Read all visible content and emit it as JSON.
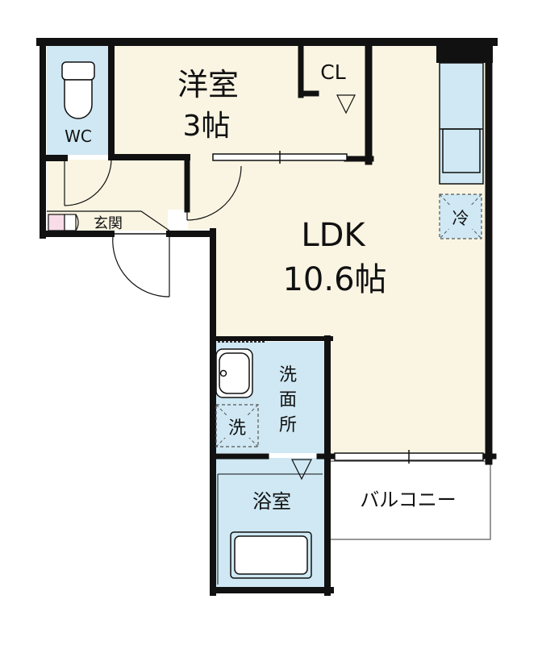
{
  "colors": {
    "room_fill": "#faf5e2",
    "wet_fill": "#cfe8f3",
    "closet_fill": "#f8dde8",
    "wall": "#111111",
    "balcony_fill": "#ffffff"
  },
  "rooms": {
    "western": {
      "name": "洋室",
      "size": "3帖"
    },
    "closet": {
      "name": "CL"
    },
    "wc": {
      "name": "WC"
    },
    "entrance": {
      "name": "玄関"
    },
    "ldk": {
      "name": "LDK",
      "size": "10.6帖"
    },
    "washroom": {
      "name_lines": [
        "洗",
        "面",
        "所"
      ]
    },
    "washer": {
      "name": "洗"
    },
    "bath": {
      "name": "浴室"
    },
    "balcony": {
      "name": "バルコニー"
    },
    "fridge": {
      "name": "冷"
    }
  }
}
